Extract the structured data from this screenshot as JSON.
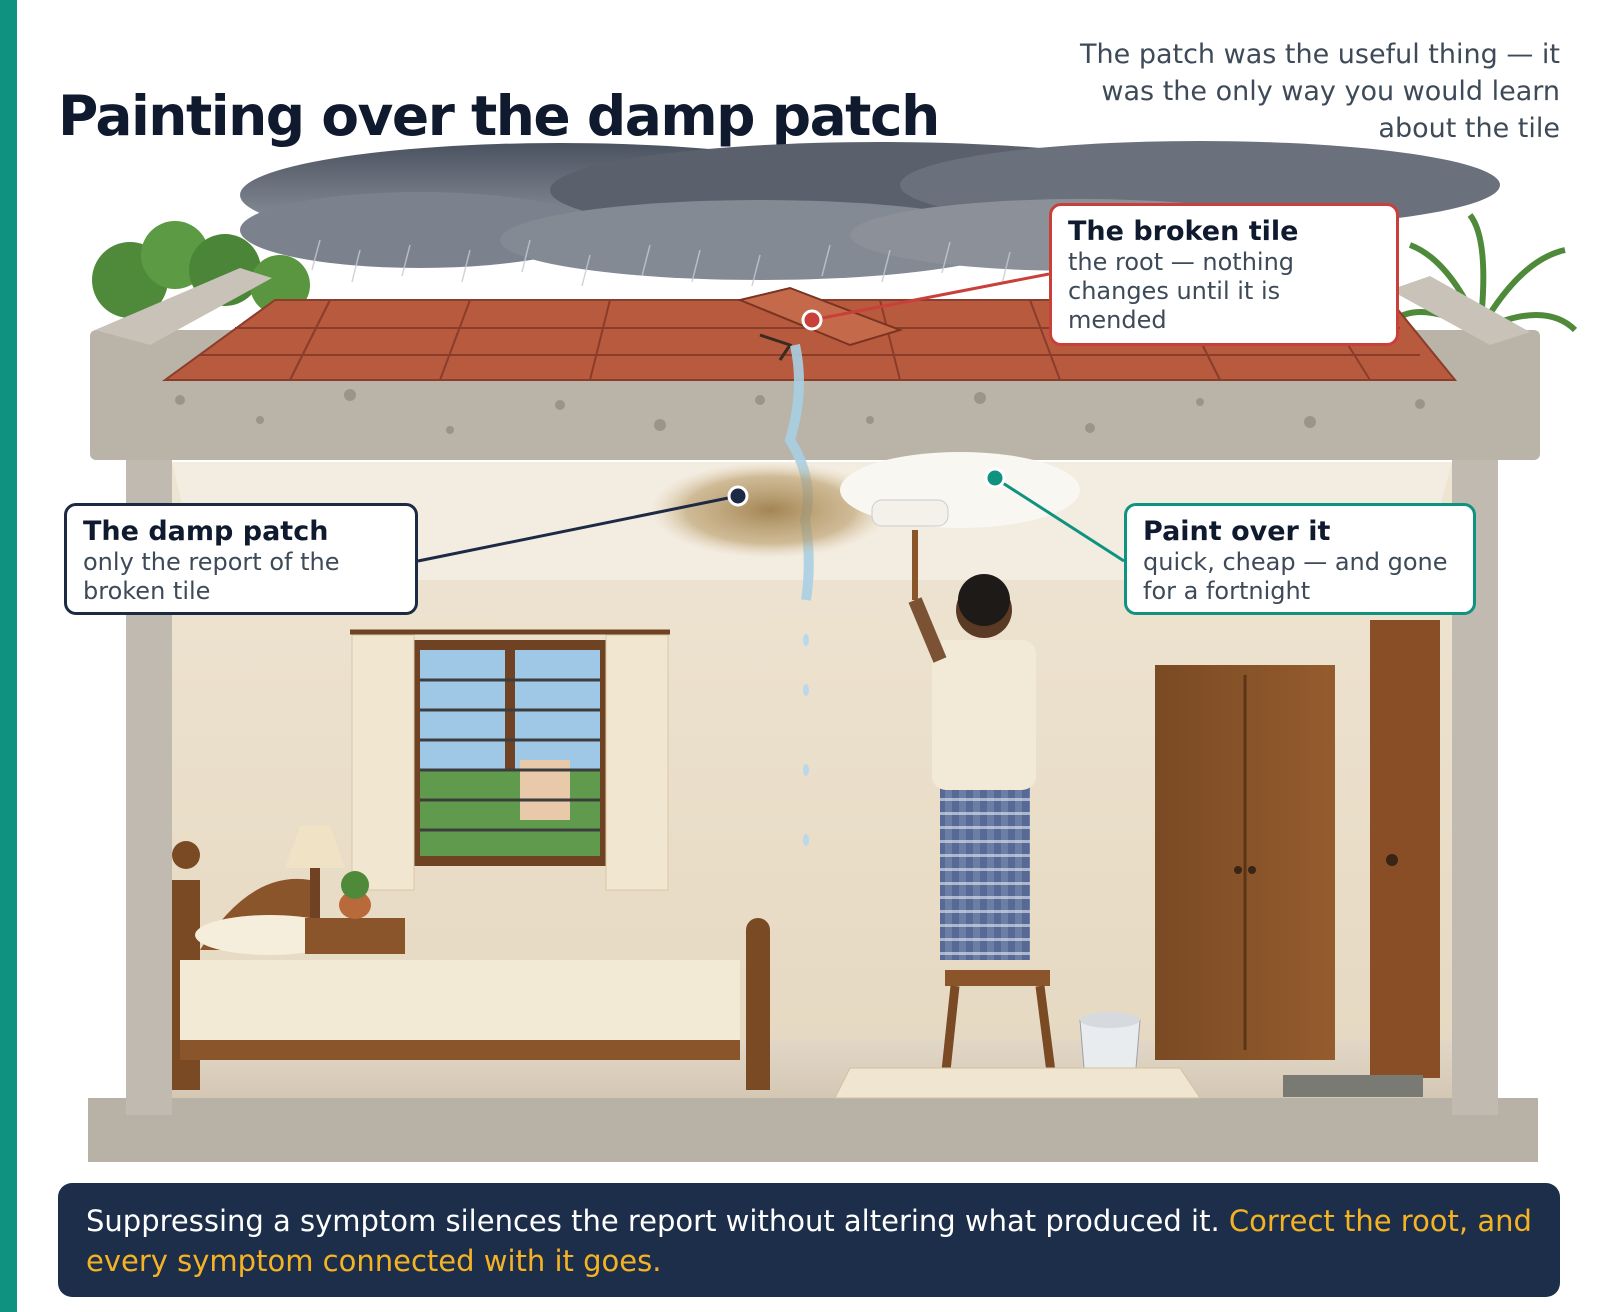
{
  "title": "Painting over the damp patch",
  "subtitle": "The patch was the useful thing — it was the only way you would learn about the tile",
  "callouts": {
    "broken_tile": {
      "title": "The broken tile",
      "desc": "the root — nothing changes until it is mended",
      "color": "#c9403b"
    },
    "damp_patch": {
      "title": "The damp patch",
      "desc": "only the report of the broken tile",
      "color": "#1c2a44"
    },
    "paint_over": {
      "title": "Paint over it",
      "desc": "quick, cheap — and gone for a fortnight",
      "color": "#0f9380"
    }
  },
  "banner": {
    "text": "Suppressing a symptom silences the report without altering what produced it. ",
    "highlight": "Correct the root, and every symptom connected with it goes."
  },
  "colors": {
    "accent": "#0f9380",
    "banner_bg": "#1c2e4a",
    "highlight": "#f5b324",
    "title": "#0f1a2e"
  }
}
